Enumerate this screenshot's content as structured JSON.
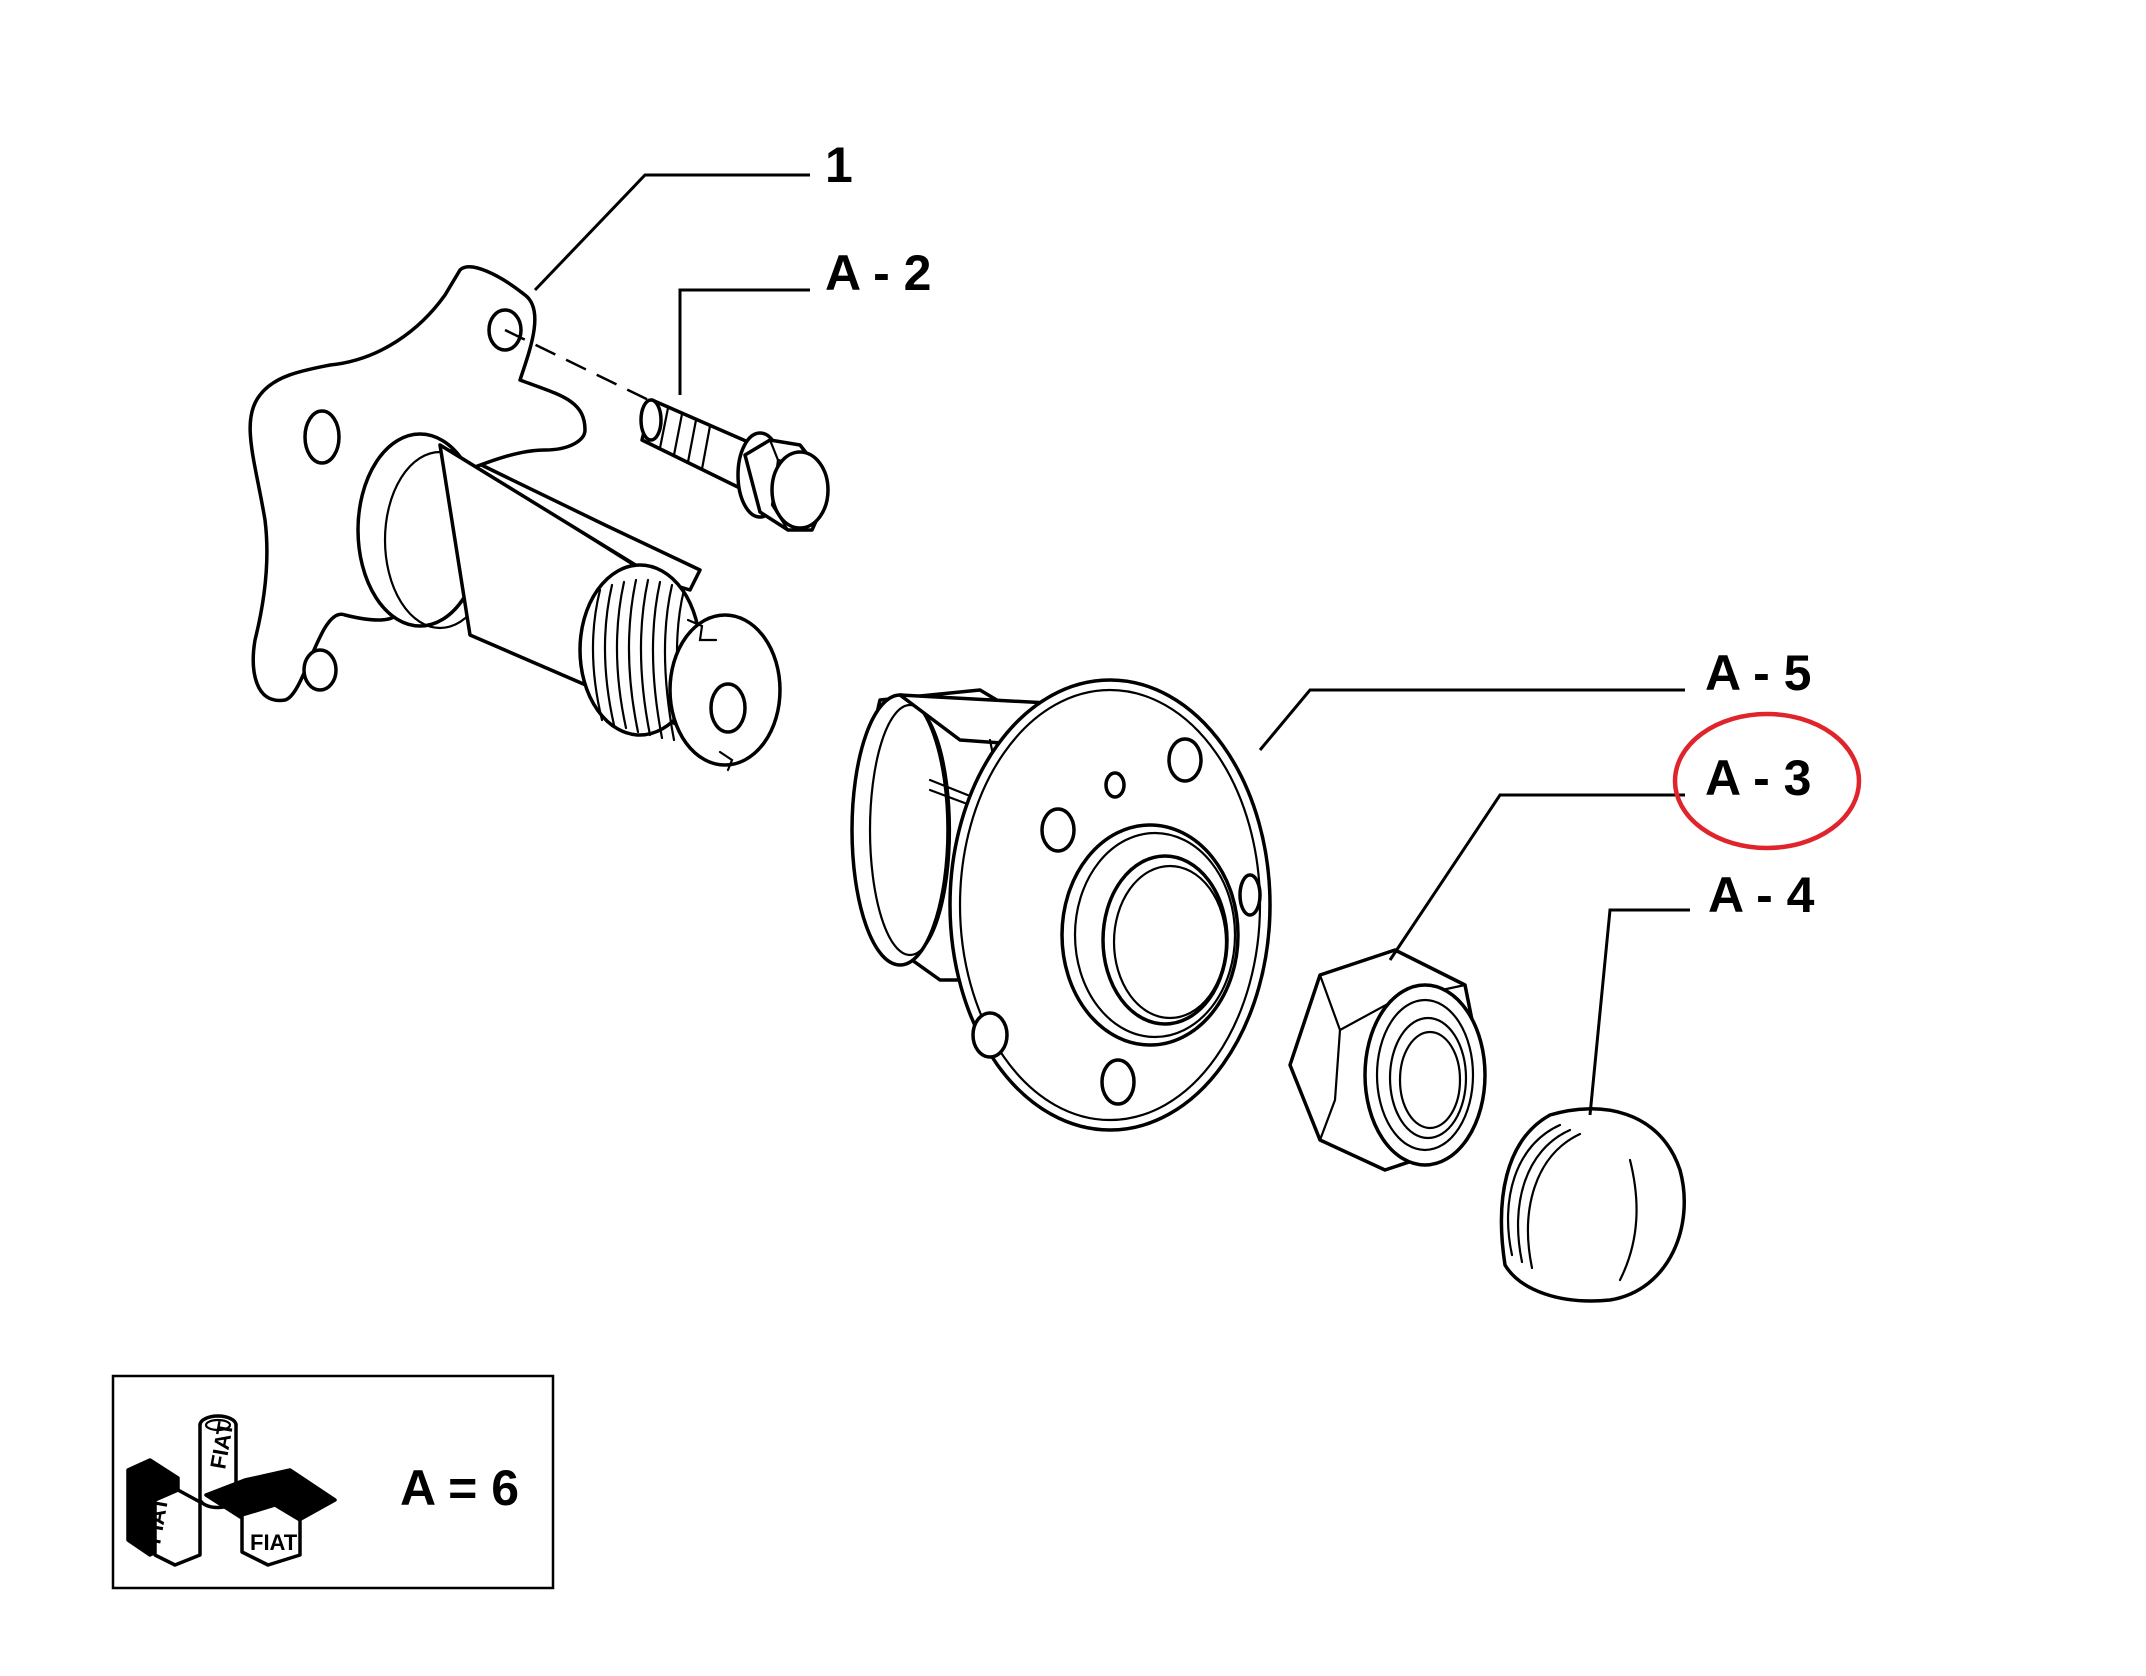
{
  "callouts": {
    "c1": "1",
    "cA2": "A - 2",
    "cA5": "A - 5",
    "cA3": "A - 3",
    "cA4": "A - 4"
  },
  "legend": {
    "quantity": "A = 6",
    "logo_text": "FIAT"
  },
  "highlight": {
    "target": "A - 3",
    "color": "#e0242b"
  }
}
